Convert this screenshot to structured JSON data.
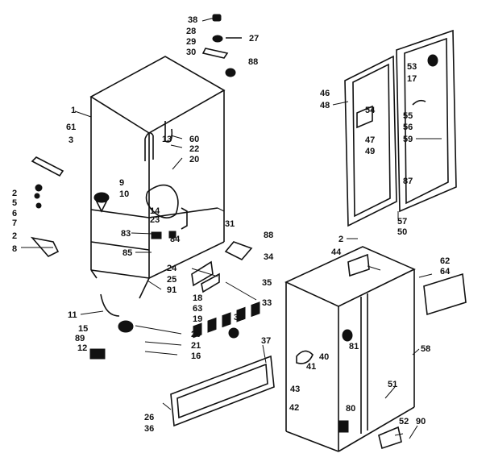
{
  "diagram": {
    "callouts": {
      "c1": "1",
      "c61": "61",
      "c3": "3",
      "c38": "38",
      "c28": "28",
      "c29": "29",
      "c30": "30",
      "c27": "27",
      "c88a": "88",
      "c13": "13",
      "c60": "60",
      "c22": "22",
      "c20a": "20",
      "c9": "9",
      "c10": "10",
      "c14": "14",
      "c23": "23",
      "c31": "31",
      "c2a": "2",
      "c5": "5",
      "c6": "6",
      "c7": "7",
      "c2b": "2",
      "c8": "8",
      "c83": "83",
      "c84": "84",
      "c85": "85",
      "c88b": "88",
      "c34": "34",
      "c24": "24",
      "c25": "25",
      "c35": "35",
      "c91": "91",
      "c33": "33",
      "c11": "11",
      "c18": "18",
      "c63": "63",
      "c19": "19",
      "c15": "15",
      "c89": "89",
      "c20b": "20",
      "c21": "21",
      "c12": "12",
      "c16": "16",
      "c32": "32",
      "c37": "37",
      "c26": "26",
      "c36": "36",
      "c46": "46",
      "c48": "48",
      "c54": "54",
      "c47": "47",
      "c49": "49",
      "c53": "53",
      "c17": "17",
      "c55": "55",
      "c56": "56",
      "c59": "59",
      "c87": "87",
      "c57": "57",
      "c50": "50",
      "c2c": "2",
      "c44": "44",
      "c62": "62",
      "c64": "64",
      "c81": "81",
      "c58": "58",
      "c40": "40",
      "c41": "41",
      "c43": "43",
      "c42": "42",
      "c80": "80",
      "c51": "51",
      "c52": "52",
      "c90": "90"
    }
  }
}
